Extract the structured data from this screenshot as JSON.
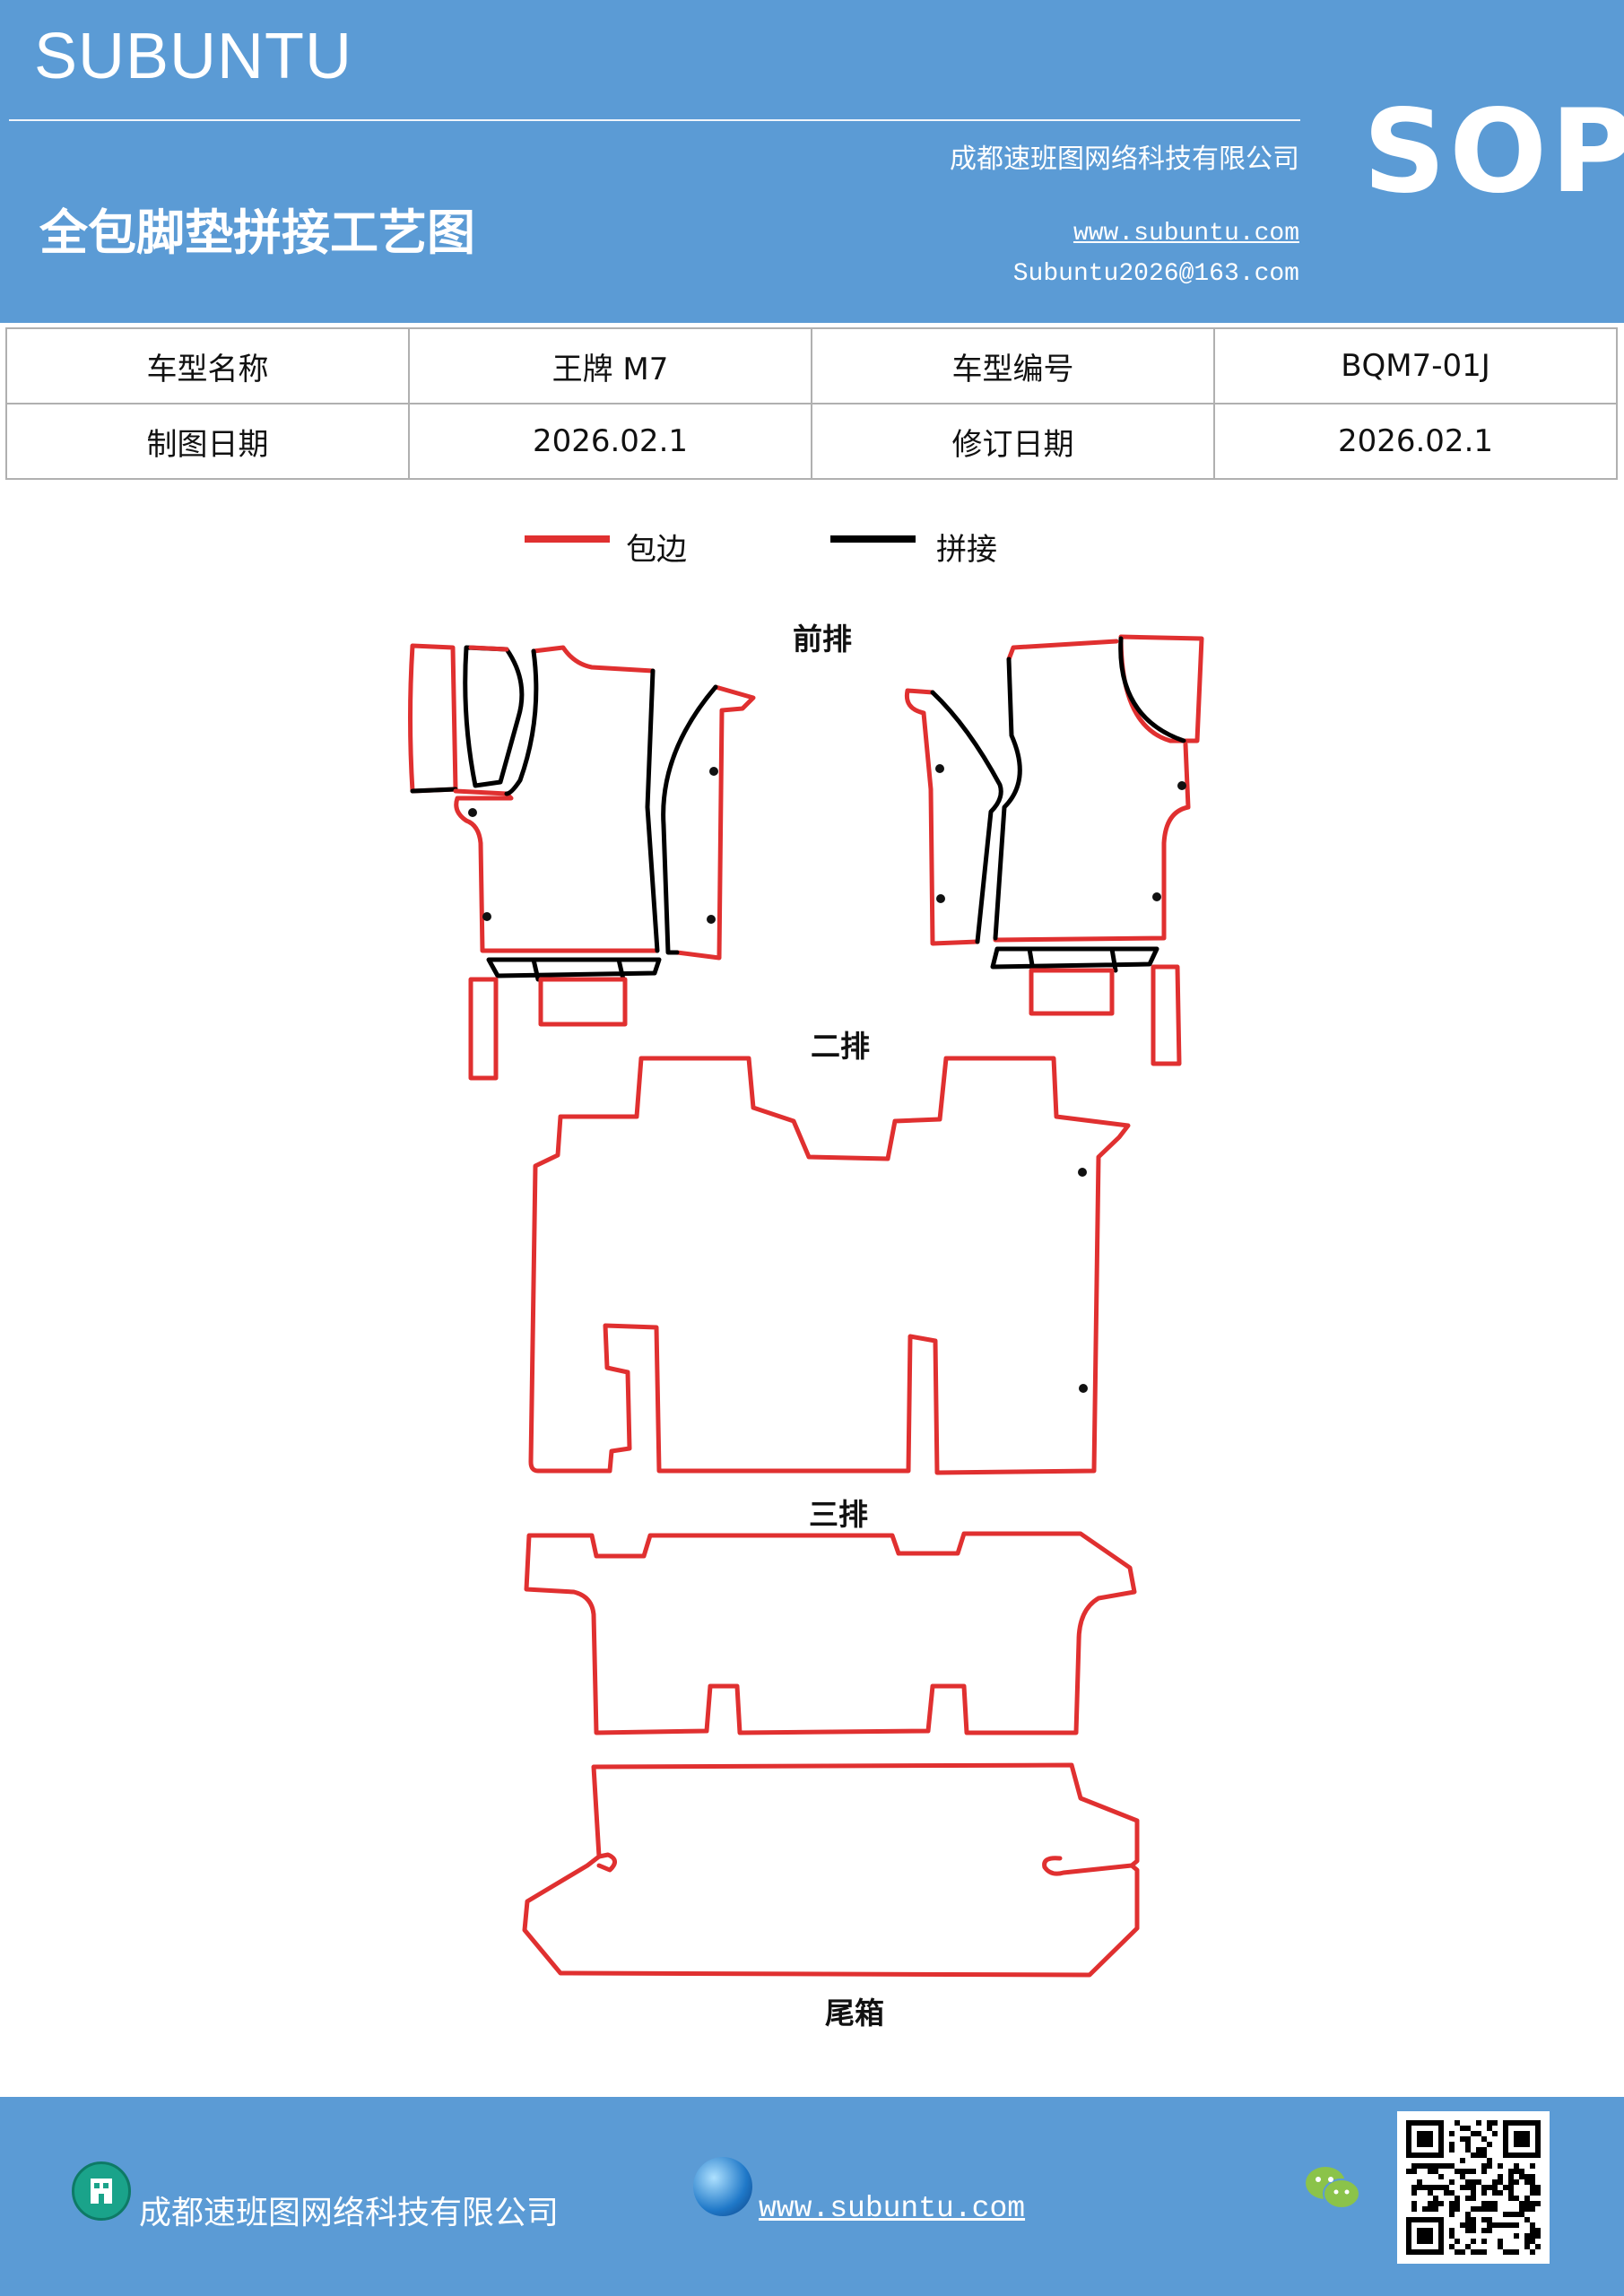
{
  "header": {
    "brand": "SUBUNTU",
    "company": "成都速班图网络科技有限公司",
    "title": "全包脚垫拼接工艺图",
    "website": "www.subuntu.com",
    "email": "Subuntu2026@163.com",
    "badge": "SOP"
  },
  "info_table": {
    "row1": [
      "车型名称",
      "王牌 M7",
      "车型编号",
      "BQM7-01J"
    ],
    "row2": [
      "制图日期",
      "2026.02.1",
      "修订日期",
      "2026.02.1"
    ]
  },
  "legend": {
    "edge_label": "包边",
    "edge_color": "#e03030",
    "splice_label": "拼接",
    "splice_color": "#000000"
  },
  "sections": {
    "front": "前排",
    "second": "二排",
    "third": "三排",
    "trunk": "尾箱"
  },
  "footer": {
    "company": "成都速班图网络科技有限公司",
    "website": "www.subuntu.com",
    "building_icon": "building-icon",
    "globe_icon": "globe-icon",
    "wechat_icon": "wechat-icon"
  }
}
